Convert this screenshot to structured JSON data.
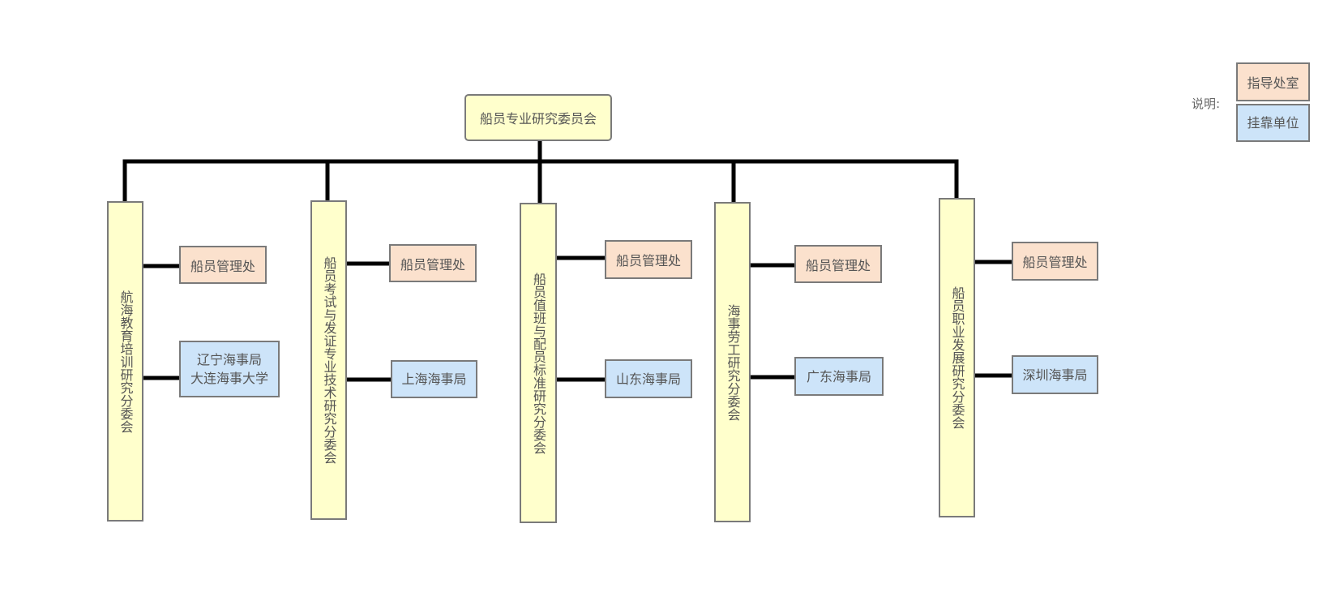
{
  "root": {
    "label": "船员专业研究委员会"
  },
  "committees": [
    {
      "label": "航海教育培训研究分委会",
      "guide": "船员管理处",
      "host": [
        "辽宁海事局",
        "大连海事大学"
      ]
    },
    {
      "label": "船员考试与发证专业技术研究分委会",
      "guide": "船员管理处",
      "host": [
        "上海海事局"
      ]
    },
    {
      "label": "船员值班与配员标准研究分委会",
      "guide": "船员管理处",
      "host": [
        "山东海事局"
      ]
    },
    {
      "label": "海事劳工研究分委会",
      "guide": "船员管理处",
      "host": [
        "广东海事局"
      ]
    },
    {
      "label": "船员职业发展研究分委会",
      "guide": "船员管理处",
      "host": [
        "深圳海事局"
      ]
    }
  ],
  "legend": {
    "title": "说明:",
    "guide_label": "指导处室",
    "host_label": "挂靠单位"
  },
  "colors": {
    "node_fill": "#ffffcc",
    "guide_fill": "#fbe1cd",
    "host_fill": "#cde4f9",
    "connector": "#000000"
  }
}
